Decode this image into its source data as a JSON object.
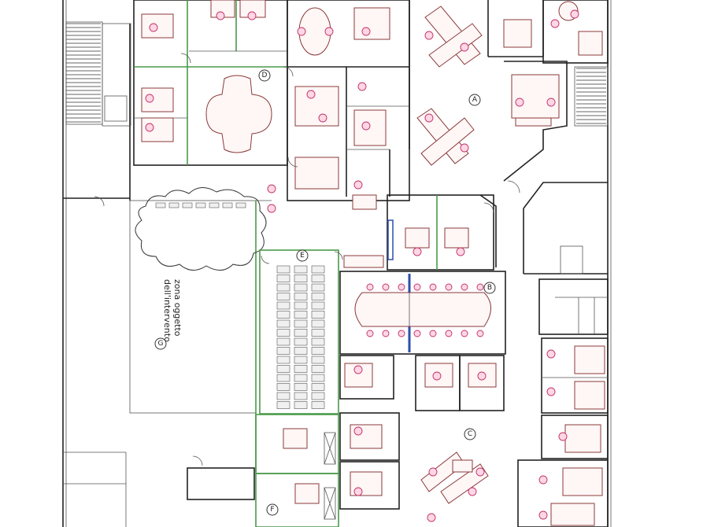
{
  "plan": {
    "zone_note_line1": "zona oggetto",
    "zone_note_line2": "dell'intervento",
    "zones": [
      {
        "id": "A",
        "label": "A"
      },
      {
        "id": "B",
        "label": "B"
      },
      {
        "id": "C",
        "label": "C"
      },
      {
        "id": "D",
        "label": "D"
      },
      {
        "id": "E",
        "label": "E"
      },
      {
        "id": "F",
        "label": "F"
      },
      {
        "id": "G",
        "label": "G"
      }
    ]
  },
  "colors": {
    "wall": "#222222",
    "glass_partition": "#4a9a4a",
    "blue_partition": "#2d4fa8",
    "furniture": "#8b3a3a",
    "chair": "#c0306a"
  }
}
